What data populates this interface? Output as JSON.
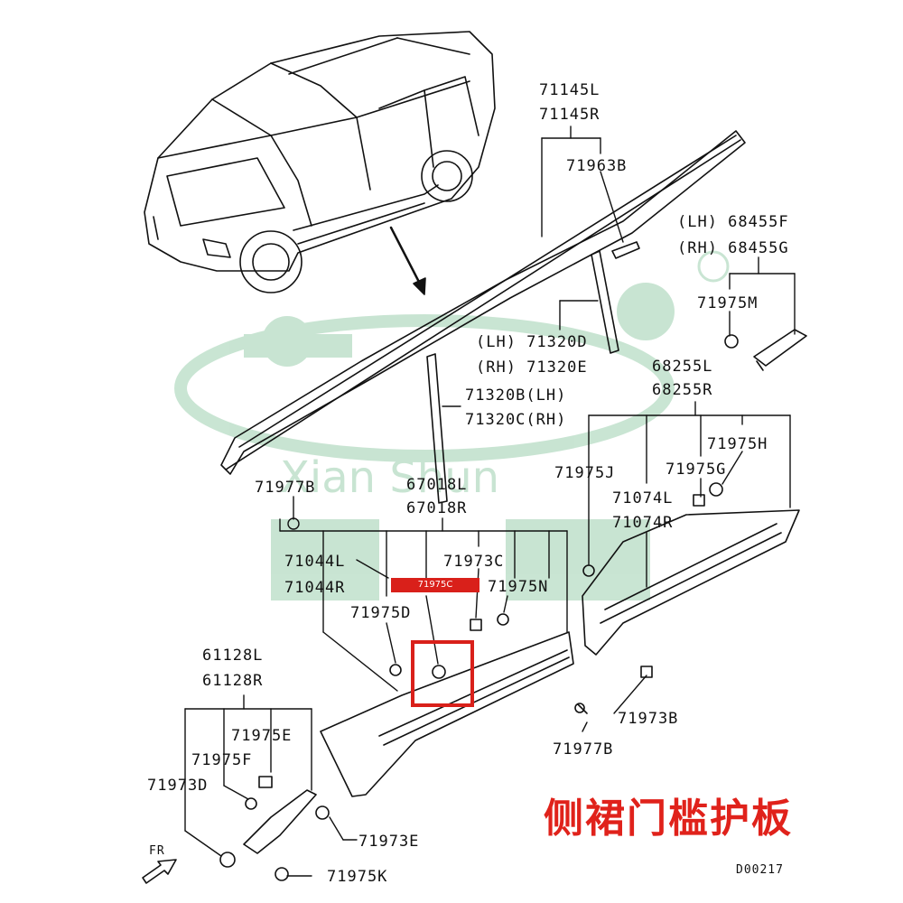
{
  "labels": [
    {
      "id": "71145L",
      "text": "71145L"
    },
    {
      "id": "71145R",
      "text": "71145R"
    },
    {
      "id": "71963B",
      "text": "71963B"
    },
    {
      "id": "68455F",
      "text": "(LH) 68455F"
    },
    {
      "id": "68455G",
      "text": "(RH) 68455G"
    },
    {
      "id": "71975M",
      "text": "71975M"
    },
    {
      "id": "71320D",
      "text": "(LH) 71320D"
    },
    {
      "id": "71320E",
      "text": "(RH) 71320E"
    },
    {
      "id": "68255L",
      "text": "68255L"
    },
    {
      "id": "68255R",
      "text": "68255R"
    },
    {
      "id": "71320B",
      "text": "71320B(LH)"
    },
    {
      "id": "71320C",
      "text": "71320C(RH)"
    },
    {
      "id": "71975H",
      "text": "71975H"
    },
    {
      "id": "71977B_top",
      "text": "71977B"
    },
    {
      "id": "67018L",
      "text": "67018L"
    },
    {
      "id": "67018R",
      "text": "67018R"
    },
    {
      "id": "71975J",
      "text": "71975J"
    },
    {
      "id": "71975G",
      "text": "71975G"
    },
    {
      "id": "71074L",
      "text": "71074L"
    },
    {
      "id": "71074R",
      "text": "71074R"
    },
    {
      "id": "71044L",
      "text": "71044L"
    },
    {
      "id": "71044R",
      "text": "71044R"
    },
    {
      "id": "71973C",
      "text": "71973C"
    },
    {
      "id": "71975N",
      "text": "71975N"
    },
    {
      "id": "71975D",
      "text": "71975D"
    },
    {
      "id": "61128L",
      "text": "61128L"
    },
    {
      "id": "61128R",
      "text": "61128R"
    },
    {
      "id": "71975E",
      "text": "71975E"
    },
    {
      "id": "71975F",
      "text": "71975F"
    },
    {
      "id": "71973D",
      "text": "71973D"
    },
    {
      "id": "71973B",
      "text": "71973B"
    },
    {
      "id": "71977B_bottom",
      "text": "71977B"
    },
    {
      "id": "71973E",
      "text": "71973E"
    },
    {
      "id": "71975K",
      "text": "71975K"
    }
  ],
  "highlight_tag": "71975C",
  "title_cn": "侧裙门槛护板",
  "diagram_code": "D00217",
  "fr_label": "FR",
  "watermark_text": "Xian Shun",
  "colors": {
    "title": "#e0221b",
    "highlight": "#d9201a",
    "watermark": "#9ccfae",
    "line": "#111111"
  }
}
